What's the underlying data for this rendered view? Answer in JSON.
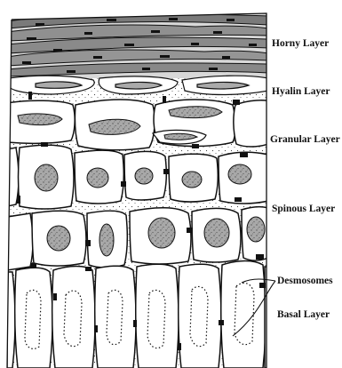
{
  "labels": {
    "horny": "Horny Layer",
    "hyalin": "Hyalin Layer",
    "granular": "Granular Layer",
    "spinous": "Spinous Layer",
    "desmosomes": "Desmosomes",
    "basal": "Basal Layer"
  },
  "colors": {
    "ink": "#111111",
    "cell_fill": "#ffffff",
    "nucleus_fill": "#bdbdbd",
    "horny_fill": "#8c8c8c"
  }
}
